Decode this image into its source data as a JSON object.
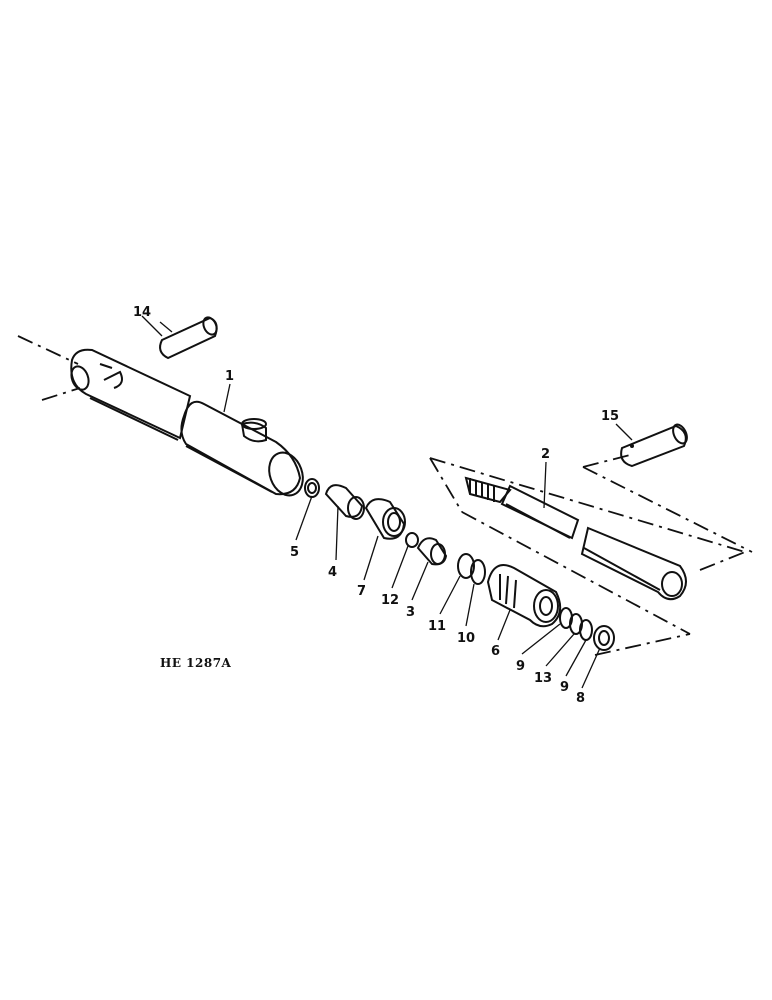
{
  "drawing_code": "HE 1287A",
  "callouts": {
    "c1": "1",
    "c2": "2",
    "c3": "3",
    "c4": "4",
    "c5": "5",
    "c6": "6",
    "c7": "7",
    "c8": "8",
    "c9a": "9",
    "c9b": "9",
    "c10": "10",
    "c11": "11",
    "c12": "12",
    "c13": "13",
    "c14": "14",
    "c15": "15"
  },
  "colors": {
    "ink": "#111111",
    "paper": "#ffffff"
  }
}
